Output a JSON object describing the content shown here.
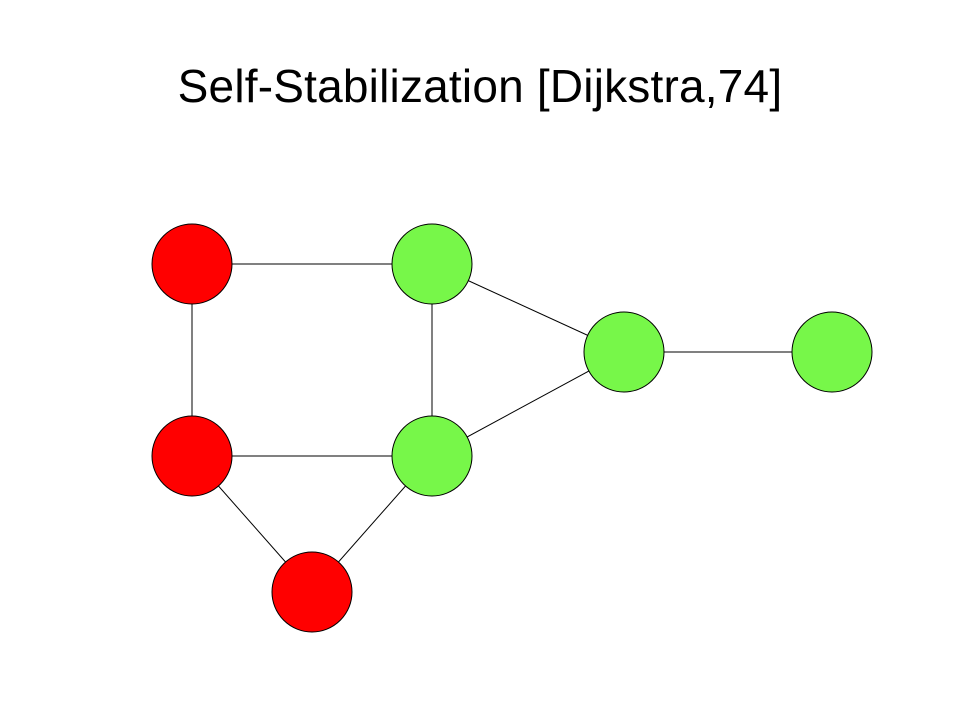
{
  "slide": {
    "title": "Self-Stabilization [Dijkstra,74]"
  },
  "colors": {
    "red_node": "#ff0000",
    "green_node": "#77f749",
    "edge": "#000000",
    "background": "#ffffff"
  },
  "graph": {
    "nodes": [
      {
        "id": "n1",
        "state": "red"
      },
      {
        "id": "n2",
        "state": "green"
      },
      {
        "id": "n3",
        "state": "green"
      },
      {
        "id": "n4",
        "state": "green"
      },
      {
        "id": "n5",
        "state": "red"
      },
      {
        "id": "n6",
        "state": "green"
      },
      {
        "id": "n7",
        "state": "red"
      }
    ],
    "edges": [
      [
        "n1",
        "n2"
      ],
      [
        "n1",
        "n5"
      ],
      [
        "n2",
        "n6"
      ],
      [
        "n2",
        "n3"
      ],
      [
        "n3",
        "n4"
      ],
      [
        "n3",
        "n6"
      ],
      [
        "n5",
        "n6"
      ],
      [
        "n5",
        "n7"
      ],
      [
        "n6",
        "n7"
      ]
    ]
  }
}
